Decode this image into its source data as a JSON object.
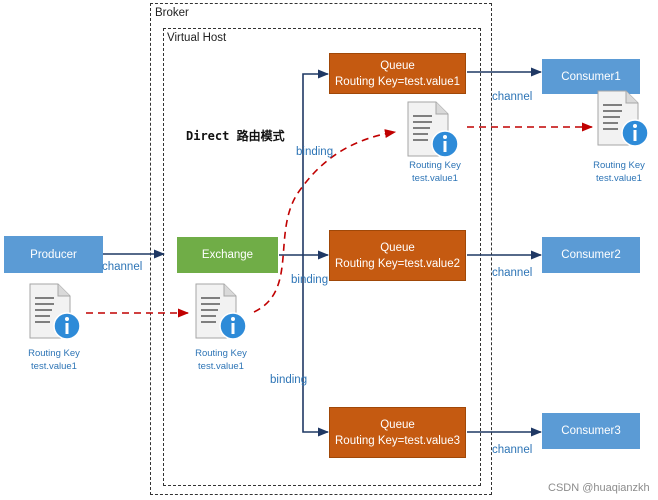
{
  "broker": {
    "label": "Broker"
  },
  "virtual_host": {
    "label": "Virtual Host"
  },
  "title": "Direct 路由模式",
  "producer": {
    "label": "Producer"
  },
  "exchange": {
    "label": "Exchange"
  },
  "queues": [
    {
      "title": "Queue",
      "routing_key": "Routing Key=test.value1"
    },
    {
      "title": "Queue",
      "routing_key": "Routing Key=test.value2"
    },
    {
      "title": "Queue",
      "routing_key": "Routing Key=test.value3"
    }
  ],
  "consumers": [
    {
      "label": "Consumer1"
    },
    {
      "label": "Consumer2"
    },
    {
      "label": "Consumer3"
    }
  ],
  "edge_labels": {
    "channel": "channel",
    "binding": "binding"
  },
  "messages": [
    {
      "line1": "Routing Key",
      "line2": "test.value1"
    },
    {
      "line1": "Routing Key",
      "line2": "test.value1"
    },
    {
      "line1": "Routing Key",
      "line2": "test.value1"
    },
    {
      "line1": "Routing Key",
      "line2": "test.value1"
    }
  ],
  "watermark": "CSDN @huaqianzkh",
  "colors": {
    "blue_box": "#5b9bd5",
    "green_box": "#70ad47",
    "orange_box": "#c55a11",
    "solid_arrow": "#1f3864",
    "dashed_arrow": "#c00000",
    "label_blue": "#2e75b6"
  },
  "icons": [
    "document-info-icon"
  ]
}
